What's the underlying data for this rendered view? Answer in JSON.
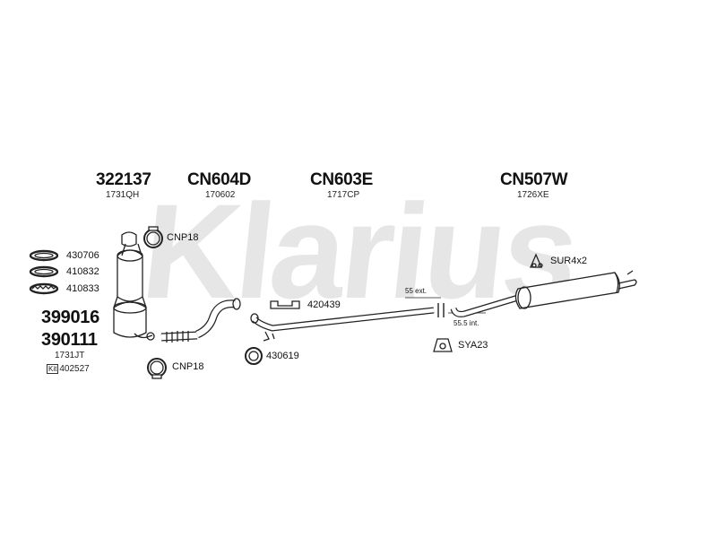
{
  "watermark": {
    "text": "Klarius",
    "color": "#e6e6e6"
  },
  "headers": [
    {
      "part": "322137",
      "ref": "1731QH"
    },
    {
      "part": "CN604D",
      "ref": "170602"
    },
    {
      "part": "CN603E",
      "ref": "1717CP"
    },
    {
      "part": "CN507W",
      "ref": "1726XE"
    }
  ],
  "components": {
    "clamp_top": "CNP18",
    "gasket_1": "430706",
    "gasket_2": "410832",
    "gasket_3": "410833",
    "dpf_part_1": "399016",
    "dpf_part_2": "390111",
    "dpf_ref": "1731JT",
    "kit_tag": "Kit",
    "kit_number": "402527",
    "clamp_bottom": "CNP18",
    "hanger_420439": "420439",
    "mount_430619": "430619",
    "ext_label": "55 ext.",
    "int_label": "55.5 int.",
    "hanger_sur": "SUR4x2",
    "mount_sya": "SYA23"
  },
  "colors": {
    "line": "#222222",
    "fill": "#ffffff"
  }
}
